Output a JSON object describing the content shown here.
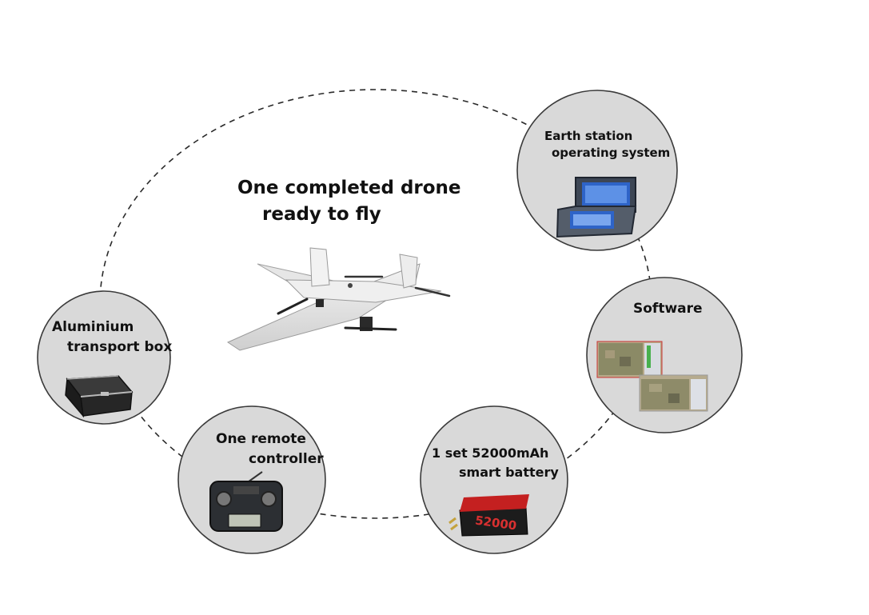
{
  "title": {
    "line1": "One completed drone",
    "line2": "ready to fly"
  },
  "nodes": {
    "earth_station": {
      "line1": "Earth station",
      "line2": "operating system",
      "icon": "laptop-icon"
    },
    "software": {
      "line1": "Software",
      "icon": "map-screenshot-icon"
    },
    "battery": {
      "line1": "1 set 52000mAh",
      "line2": "smart battery",
      "icon": "battery-icon",
      "battery_print": "52000"
    },
    "remote": {
      "line1": "One remote",
      "line2": "controller",
      "icon": "remote-controller-icon"
    },
    "box": {
      "line1": "Aluminium",
      "line2": "transport box",
      "icon": "transport-case-icon"
    }
  },
  "colors": {
    "node_fill": "#d9d9d9",
    "node_stroke": "#3a3a3a",
    "ring": "#2a2a2a"
  }
}
